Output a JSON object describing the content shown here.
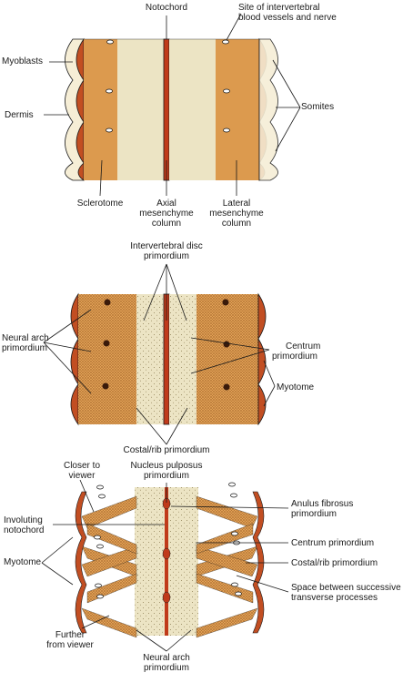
{
  "colors": {
    "sclerotome": "#dc9a4e",
    "axial": "#ece4c4",
    "dermis": "#c24e22",
    "myoblast_bg": "#f6eed6",
    "notochord": "#c03a1a",
    "outline": "#1a1a1a"
  },
  "panel1": {
    "notochord": "Notochord",
    "site_line1": "Site of intervertebral",
    "site_line2": "blood vessels and nerve",
    "myoblasts": "Myoblasts",
    "dermis": "Dermis",
    "somites": "Somites",
    "sclerotome": "Sclerotome",
    "axial_line1": "Axial",
    "axial_line2": "mesenchyme",
    "axial_line3": "column",
    "lateral_line1": "Lateral",
    "lateral_line2": "mesenchyme",
    "lateral_line3": "column"
  },
  "panel2": {
    "disc_line1": "Intervertebral disc",
    "disc_line2": "primordium",
    "neural_line1": "Neural arch",
    "neural_line2": "primordium",
    "centrum_line1": "Centrum",
    "centrum_line2": "primordium",
    "myotome": "Myotome",
    "costal": "Costal/rib primordium"
  },
  "panel3": {
    "closer_line1": "Closer to",
    "closer_line2": "viewer",
    "nucleus_line1": "Nucleus pulposus",
    "nucleus_line2": "primordium",
    "anulus_line1": "Anulus fibrosus",
    "anulus_line2": "primordium",
    "involuting_line1": "Involuting",
    "involuting_line2": "notochord",
    "centrum": "Centrum primordium",
    "myotome": "Myotome",
    "costal": "Costal/rib primordium",
    "space_line1": "Space between successive",
    "space_line2": "transverse processes",
    "further_line1": "Further",
    "further_line2": "from viewer",
    "neural_line1": "Neural arch",
    "neural_line2": "primordium"
  }
}
